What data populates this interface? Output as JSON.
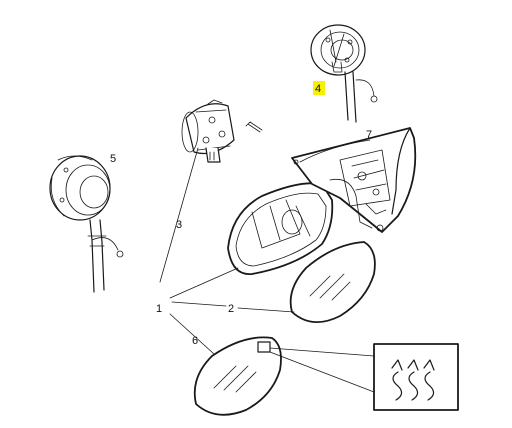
{
  "diagram": {
    "callouts": {
      "c1": "1",
      "c2": "2",
      "c3": "3",
      "c4": "4",
      "c5": "5",
      "c6": "6",
      "c7": "7"
    },
    "highlight_color": "#f7f000",
    "line_color": "#1a1a1a"
  }
}
